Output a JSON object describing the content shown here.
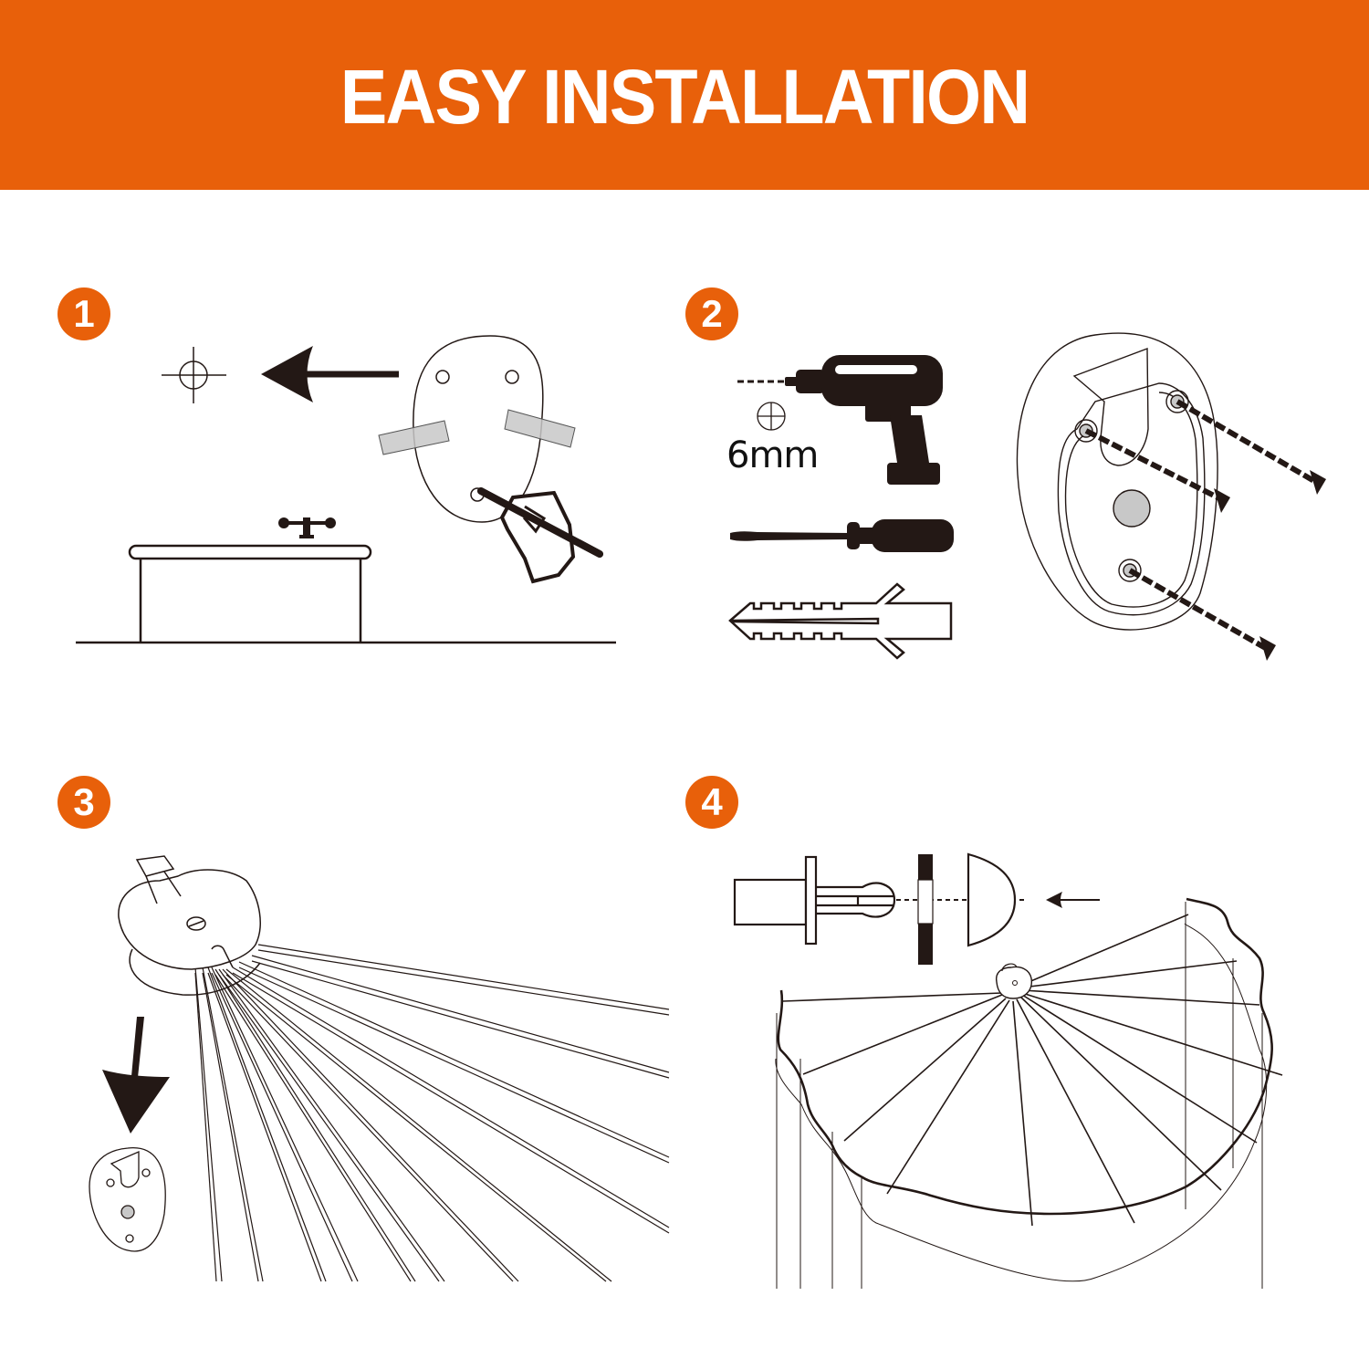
{
  "banner": {
    "title": "EASY INSTALLATION",
    "background_color": "#e8600a",
    "text_color": "#ffffff"
  },
  "steps": [
    {
      "number": "1",
      "description_icons": [
        "crosshair-mark-icon",
        "left-arrow-icon",
        "mounting-template-icon",
        "tape-strip-icon",
        "hand-with-pencil-icon",
        "sink-counter-icon",
        "faucet-icon"
      ]
    },
    {
      "number": "2",
      "drill_size_label": "6mm",
      "description_icons": [
        "power-drill-icon",
        "drill-hole-crosshair-icon",
        "screwdriver-icon",
        "wall-anchor-icon",
        "wall-bracket-icon",
        "screw-icon"
      ]
    },
    {
      "number": "3",
      "description_icons": [
        "clothesline-hub-icon",
        "down-arrow-icon",
        "wall-bracket-icon",
        "line-arms-icon"
      ]
    },
    {
      "number": "4",
      "description_icons": [
        "rivet-pin-icon",
        "washer-icon",
        "dome-cap-icon",
        "left-arrow-icon",
        "shower-curtain-rod-icon"
      ]
    }
  ],
  "colors": {
    "accent": "#e8600a",
    "ink": "#231815",
    "tape_gray": "#c8c8c8"
  }
}
